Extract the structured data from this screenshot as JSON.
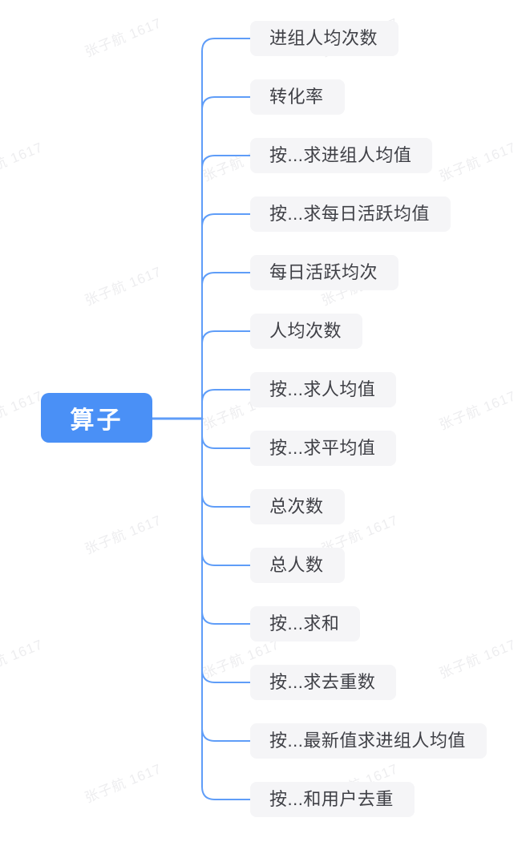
{
  "root": {
    "label": "算子"
  },
  "children": [
    {
      "label": "进组人均次数"
    },
    {
      "label": "转化率"
    },
    {
      "label": "按...求进组人均值"
    },
    {
      "label": "按...求每日活跃均值"
    },
    {
      "label": "每日活跃均次"
    },
    {
      "label": "人均次数"
    },
    {
      "label": "按...求人均值"
    },
    {
      "label": "按...求平均值"
    },
    {
      "label": "总次数"
    },
    {
      "label": "总人数"
    },
    {
      "label": "按...求和"
    },
    {
      "label": "按...求去重数"
    },
    {
      "label": "按...最新值求进组人均值"
    },
    {
      "label": "按...和用户去重"
    }
  ],
  "watermark": {
    "text": "张子航 1617"
  },
  "colors": {
    "root_bg": "#4a90f6",
    "root_text": "#ffffff",
    "connector": "#5f9df8",
    "child_bg": "#f5f5f7",
    "child_text": "#3f4046"
  }
}
